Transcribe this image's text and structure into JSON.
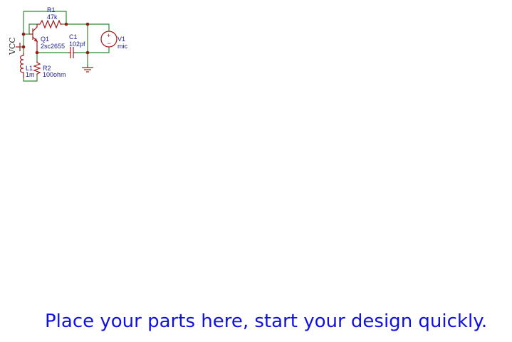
{
  "canvas": {
    "hint_text": "Place your parts here, start your design quickly."
  },
  "colors": {
    "wire": "#2e8b2e",
    "component": "#a01818",
    "label": "#1a1a8c",
    "hint": "#1010e0",
    "background": "#ffffff"
  },
  "schematic": {
    "power": {
      "label": "VCC"
    },
    "components": {
      "R1": {
        "ref": "R1",
        "value": "47k"
      },
      "R2": {
        "ref": "R2",
        "value": "100ohm"
      },
      "C1": {
        "ref": "C1",
        "value": "102pf"
      },
      "L1": {
        "ref": "L1",
        "value": "1m"
      },
      "Q1": {
        "ref": "Q1",
        "value": "2sc2655"
      },
      "V1": {
        "ref": "V1",
        "value": "mic"
      }
    }
  }
}
